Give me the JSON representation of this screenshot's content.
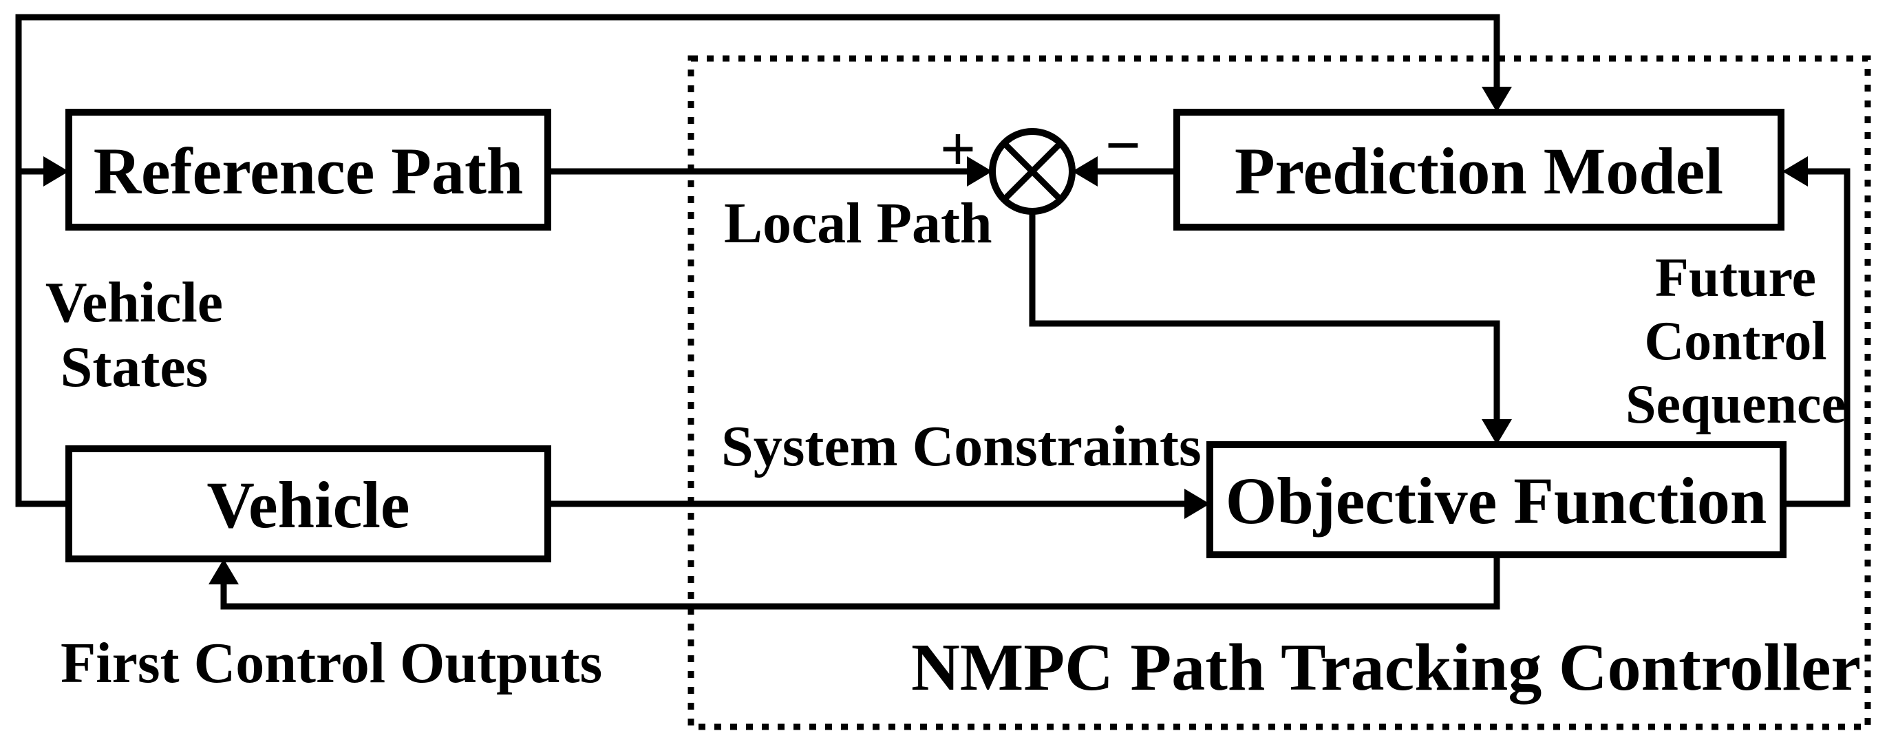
{
  "diagram": {
    "colors": {
      "background": "#ffffff",
      "stroke": "#000000"
    },
    "blocks": {
      "reference_path": "Reference Path",
      "vehicle": "Vehicle",
      "prediction_model": "Prediction Model",
      "objective_function": "Objective Function"
    },
    "junction": {
      "plus": "+",
      "minus": "−"
    },
    "labels": {
      "vehicle_states_line1": "Vehicle",
      "vehicle_states_line2": "States",
      "local_path": "Local Path",
      "system_constraints": "System Constraints",
      "future_control_line1": "Future",
      "future_control_line2": "Control",
      "future_control_line3": "Sequence",
      "first_control_outputs": "First Control Outputs",
      "controller_title": "NMPC Path Tracking Controller"
    }
  }
}
